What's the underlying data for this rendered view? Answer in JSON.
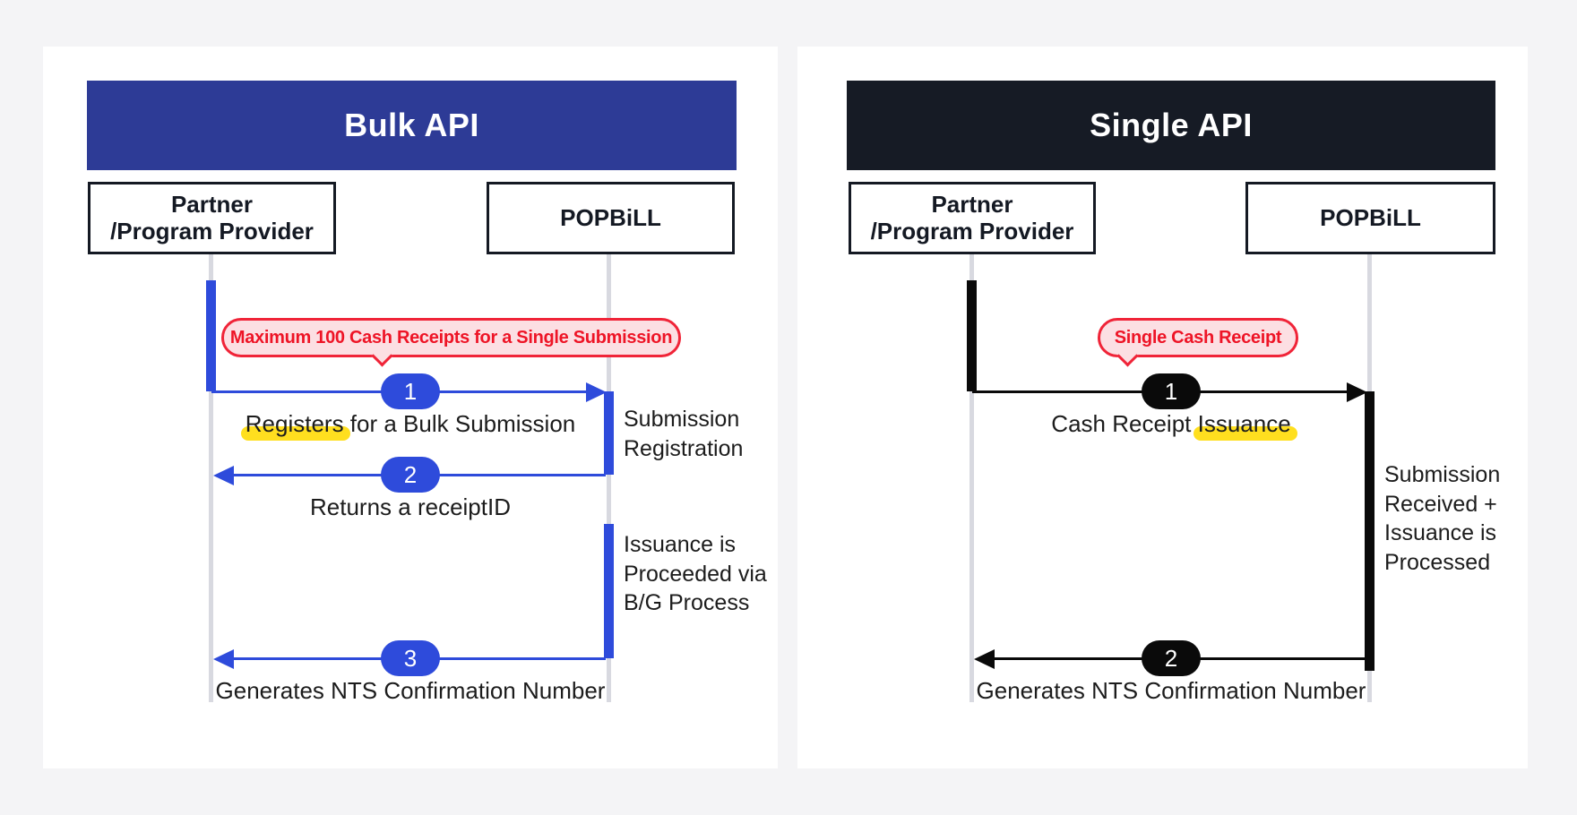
{
  "colors": {
    "page_bg": "#f4f4f6",
    "card_bg": "#ffffff",
    "lifeline_gray": "#d8d9e0",
    "callout_bg": "#fcdfe3",
    "callout_border": "#f02438",
    "callout_text": "#ee1426",
    "highlight_yellow": "#ffdf1f",
    "text_dark": "#1c1c1c"
  },
  "diagrams": {
    "bulk": {
      "title": "Bulk API",
      "header_color": "#2d3b96",
      "accent_color": "#2e4bdb",
      "actor_left": "Partner\n/Program Provider",
      "actor_right": "POPBiLL",
      "callout": "Maximum 100 Cash Receipts for a Single Submission",
      "msg1": {
        "num": "1",
        "pre": "",
        "highlight": "Registers",
        "post": " for a Bulk Submission"
      },
      "msg2": {
        "num": "2",
        "label": "Returns a receiptID"
      },
      "msg3": {
        "num": "3",
        "label": "Generates NTS Confirmation Number"
      },
      "activation1_label": "Submission\nRegistration",
      "activation2_label": "Issuance is\nProceeded via\nB/G Process"
    },
    "single": {
      "title": "Single API",
      "header_color": "#161b25",
      "accent_color": "#0a0a0a",
      "actor_left": "Partner\n/Program Provider",
      "actor_right": "POPBiLL",
      "callout": "Single Cash Receipt",
      "msg1": {
        "num": "1",
        "pre": "Cash Receipt ",
        "highlight": "Issuance",
        "post": ""
      },
      "msg2": {
        "num": "2",
        "label": "Generates NTS Confirmation Number"
      },
      "activation1_label": "Submission\nReceived +\nIssuance is\nProcessed"
    }
  }
}
